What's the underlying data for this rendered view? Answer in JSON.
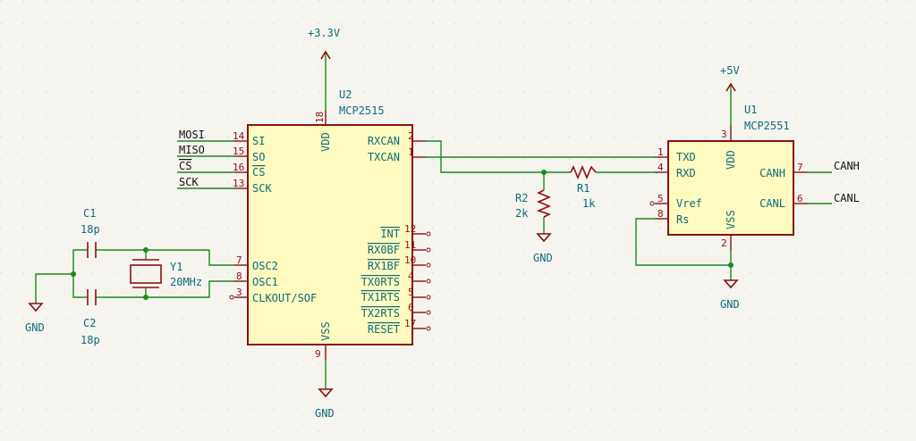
{
  "colors": {
    "wire": "#1a8a1a",
    "symbol": "#8b1010",
    "body_fill": "#fffbc0",
    "text": "#0e6b7a",
    "background": "#f5f4ef"
  },
  "u2": {
    "ref": "U2",
    "value": "MCP2515",
    "pins": {
      "vdd": {
        "name": "VDD",
        "num": "18"
      },
      "vss": {
        "name": "VSS",
        "num": "9"
      },
      "si": {
        "name": "SI",
        "num": "14"
      },
      "so": {
        "name": "SO",
        "num": "15"
      },
      "cs": {
        "name": "CS",
        "num": "16"
      },
      "sck": {
        "name": "SCK",
        "num": "13"
      },
      "osc2": {
        "name": "OSC2",
        "num": "7"
      },
      "osc1": {
        "name": "OSC1",
        "num": "8"
      },
      "clkout": {
        "name": "CLKOUT/SOF",
        "num": "3"
      },
      "rxcan": {
        "name": "RXCAN",
        "num": "2"
      },
      "txcan": {
        "name": "TXCAN",
        "num": "1"
      },
      "int": {
        "name": "INT",
        "num": "12"
      },
      "rx0bf": {
        "name": "RX0BF",
        "num": "11"
      },
      "rx1bf": {
        "name": "RX1BF",
        "num": "10"
      },
      "tx0rts": {
        "name": "TX0RTS",
        "num": "4"
      },
      "tx1rts": {
        "name": "TX1RTS",
        "num": "5"
      },
      "tx2rts": {
        "name": "TX2RTS",
        "num": "6"
      },
      "reset": {
        "name": "RESET",
        "num": "17"
      }
    }
  },
  "u1": {
    "ref": "U1",
    "value": "MCP2551",
    "pins": {
      "txd": {
        "name": "TXD",
        "num": "1"
      },
      "rxd": {
        "name": "RXD",
        "num": "4"
      },
      "vref": {
        "name": "Vref",
        "num": "5"
      },
      "rs": {
        "name": "Rs",
        "num": "8"
      },
      "vdd": {
        "name": "VDD",
        "num": "3"
      },
      "vss": {
        "name": "VSS",
        "num": "2"
      },
      "canh": {
        "name": "CANH",
        "num": "7"
      },
      "canl": {
        "name": "CANL",
        "num": "6"
      }
    }
  },
  "y1": {
    "ref": "Y1",
    "value": "20MHz"
  },
  "c1": {
    "ref": "C1",
    "value": "18p"
  },
  "c2": {
    "ref": "C2",
    "value": "18p"
  },
  "r1": {
    "ref": "R1",
    "value": "1k"
  },
  "r2": {
    "ref": "R2",
    "value": "2k"
  },
  "power": {
    "p33": "+3.3V",
    "p5": "+5V",
    "gnd_u2": "GND",
    "gnd_left": "GND",
    "gnd_r2": "GND",
    "gnd_u1": "GND"
  },
  "labels": {
    "mosi": "MOSI",
    "miso": "MISO",
    "cs": "CS",
    "sck": "SCK",
    "canh": "CANH",
    "canl": "CANL"
  }
}
